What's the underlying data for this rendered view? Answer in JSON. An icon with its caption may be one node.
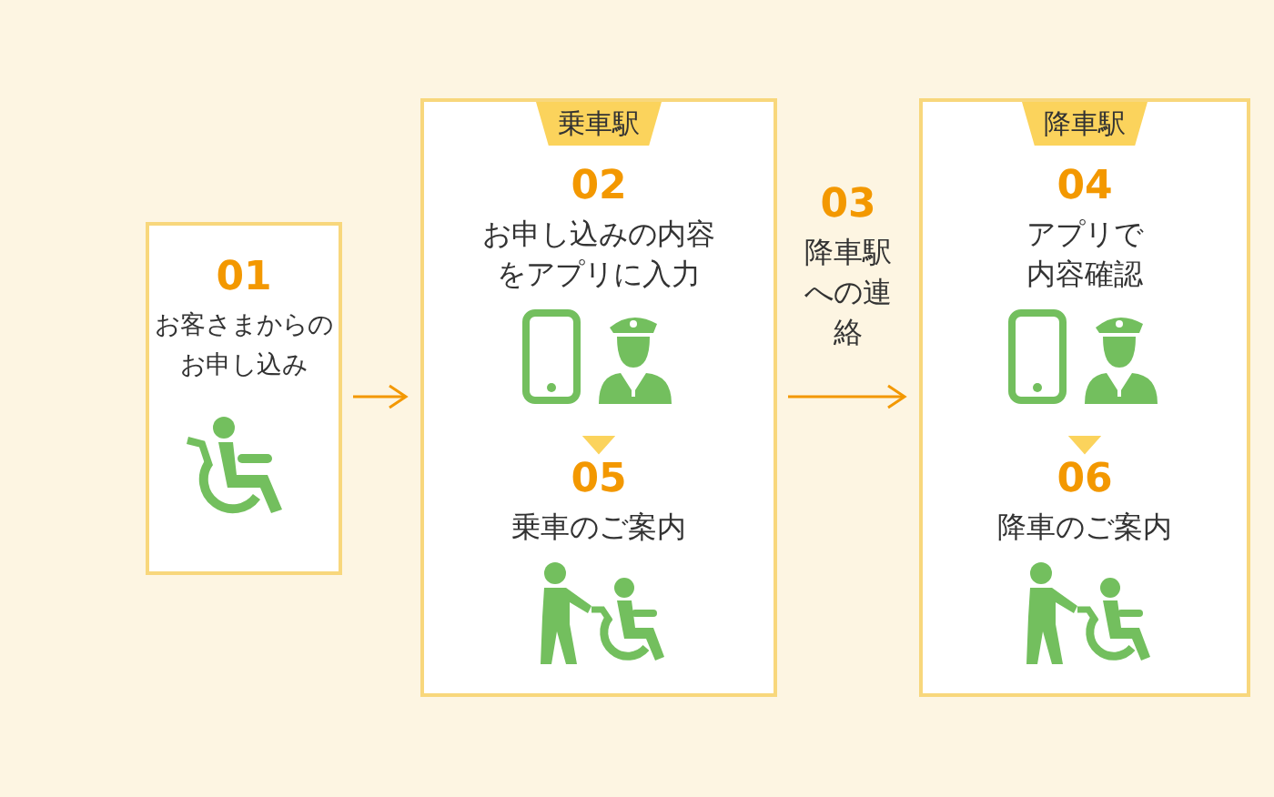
{
  "diagram": {
    "nodes": [
      {
        "text": [
          "01",
          "お客さまからのお申し込み"
        ]
      },
      {
        "text": [
          "乗車駅"
        ]
      },
      {
        "text": [
          "02",
          "お申し込みの内容をアプリに入力"
        ],
        "in": 1
      },
      {
        "text": [
          "05",
          "乗車のご案内"
        ],
        "in": 1
      },
      {
        "text": [
          "降車駅"
        ]
      },
      {
        "text": [
          "04",
          "アプリで内容確認"
        ],
        "in": 4
      },
      {
        "text": [
          "06",
          "降車のご案内"
        ],
        "in": 4
      }
    ],
    "edges": [
      {
        "from": 0,
        "to": 1,
        "arrow": "to"
      },
      {
        "from": 1,
        "to": 4,
        "arrow": "to"
      },
      {
        "from": 2,
        "to": 3,
        "arrow": "to"
      },
      {
        "from": 5,
        "to": 6,
        "arrow": "to"
      }
    ],
    "labels": [
      "03",
      "降車駅への連絡"
    ]
  }
}
